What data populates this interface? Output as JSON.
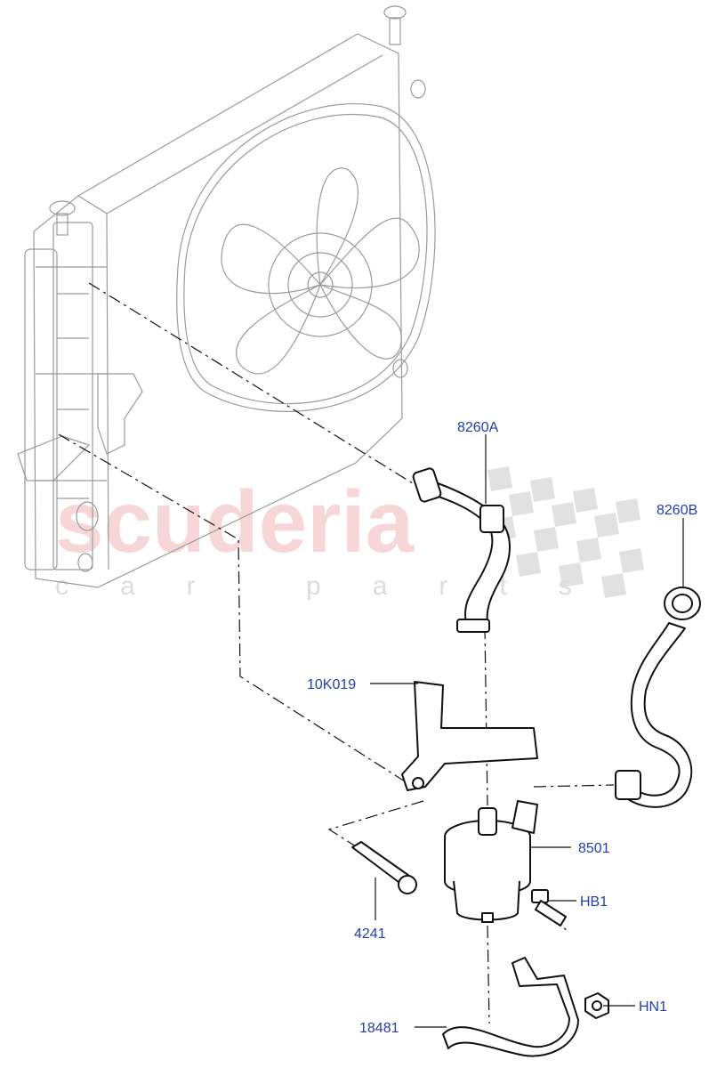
{
  "callouts": {
    "hose_upper": "8260A",
    "hose_lower": "8260B",
    "bracket": "10K019",
    "pump": "8501",
    "pin": "4241",
    "bolt": "HB1",
    "nut": "HN1",
    "support": "18481"
  },
  "watermark": {
    "brand": "scuderia",
    "tagline": "car parts"
  },
  "colors": {
    "callout_text": "#1f3fae",
    "watermark_red": "#f4c9c9",
    "watermark_checker": "#d9d9d9"
  }
}
